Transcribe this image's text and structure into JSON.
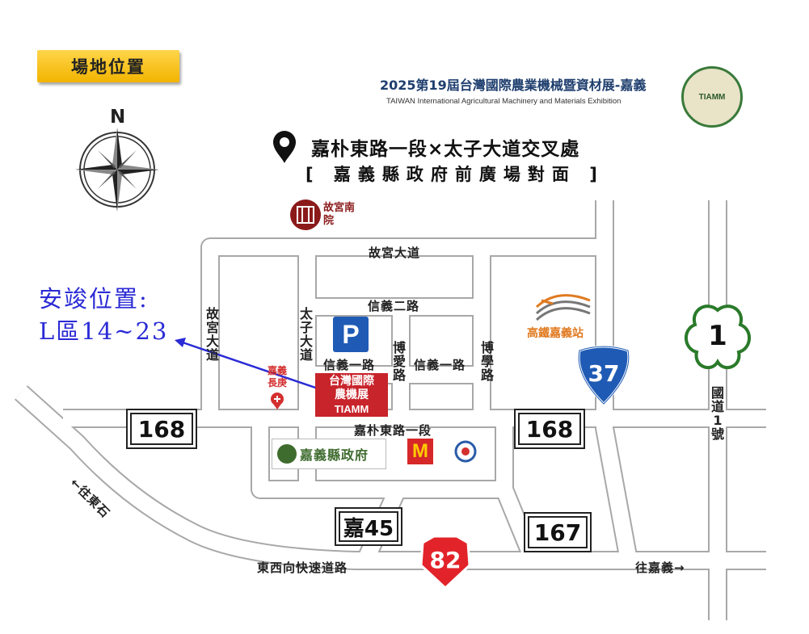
{
  "header": {
    "badge": "場地位置",
    "expo_title": "2025第19屆台灣國際農業機械暨資材展-嘉義",
    "expo_subtitle": "TAIWAN International Agricultural Machinery and Materials Exhibition",
    "logo_text": "TIAMM"
  },
  "compass": {
    "north": "N"
  },
  "address": {
    "main": "嘉朴東路一段×太子大道交叉處",
    "sub": "[ 嘉義縣政府前廣場對面 ]"
  },
  "install_note": {
    "line1": "安竣位置:",
    "line2": "L區14~23"
  },
  "landmarks": {
    "palace_museum": "故宮南院",
    "chang_gung": "嘉義長庚",
    "hsr_station": "高鐵嘉義站",
    "county_govt": "嘉義縣政府",
    "expo_line1": "台灣國際",
    "expo_line2": "農機展",
    "expo_line3": "TIAMM",
    "parking": "P",
    "mcdonalds": "M"
  },
  "roads": {
    "gugong_avenue": "故宮大道",
    "gugong_avenue_vertical": "故宮大道",
    "taizi_avenue": "太子大道",
    "xinyi_2nd": "信義二路",
    "xinyi_1st_west": "信義一路",
    "xinyi_1st_east": "信義一路",
    "boai_road": "博愛路",
    "boxue_road": "博學路",
    "jiapu_east": "嘉朴東路一段",
    "expressway": "東西向快速道路",
    "to_dongshi": "←往東石",
    "to_chiayi": "往嘉義→",
    "national_1": "國道1號"
  },
  "route_shields": {
    "r168_west": "168",
    "r168_east": "168",
    "r37": "37",
    "r1": "1",
    "r82": "82",
    "r167": "167",
    "jia45": "嘉45"
  },
  "colors": {
    "badge": "#f2b400",
    "road_fill": "#ffffff",
    "road_edge": "#a8a8a8",
    "expo_red": "#c8242b",
    "arrow_blue": "#2b2bd6",
    "provincial_blue": "#1f5bb5",
    "expressway_red": "#e2232a",
    "national_green": "#2a7a2a"
  }
}
